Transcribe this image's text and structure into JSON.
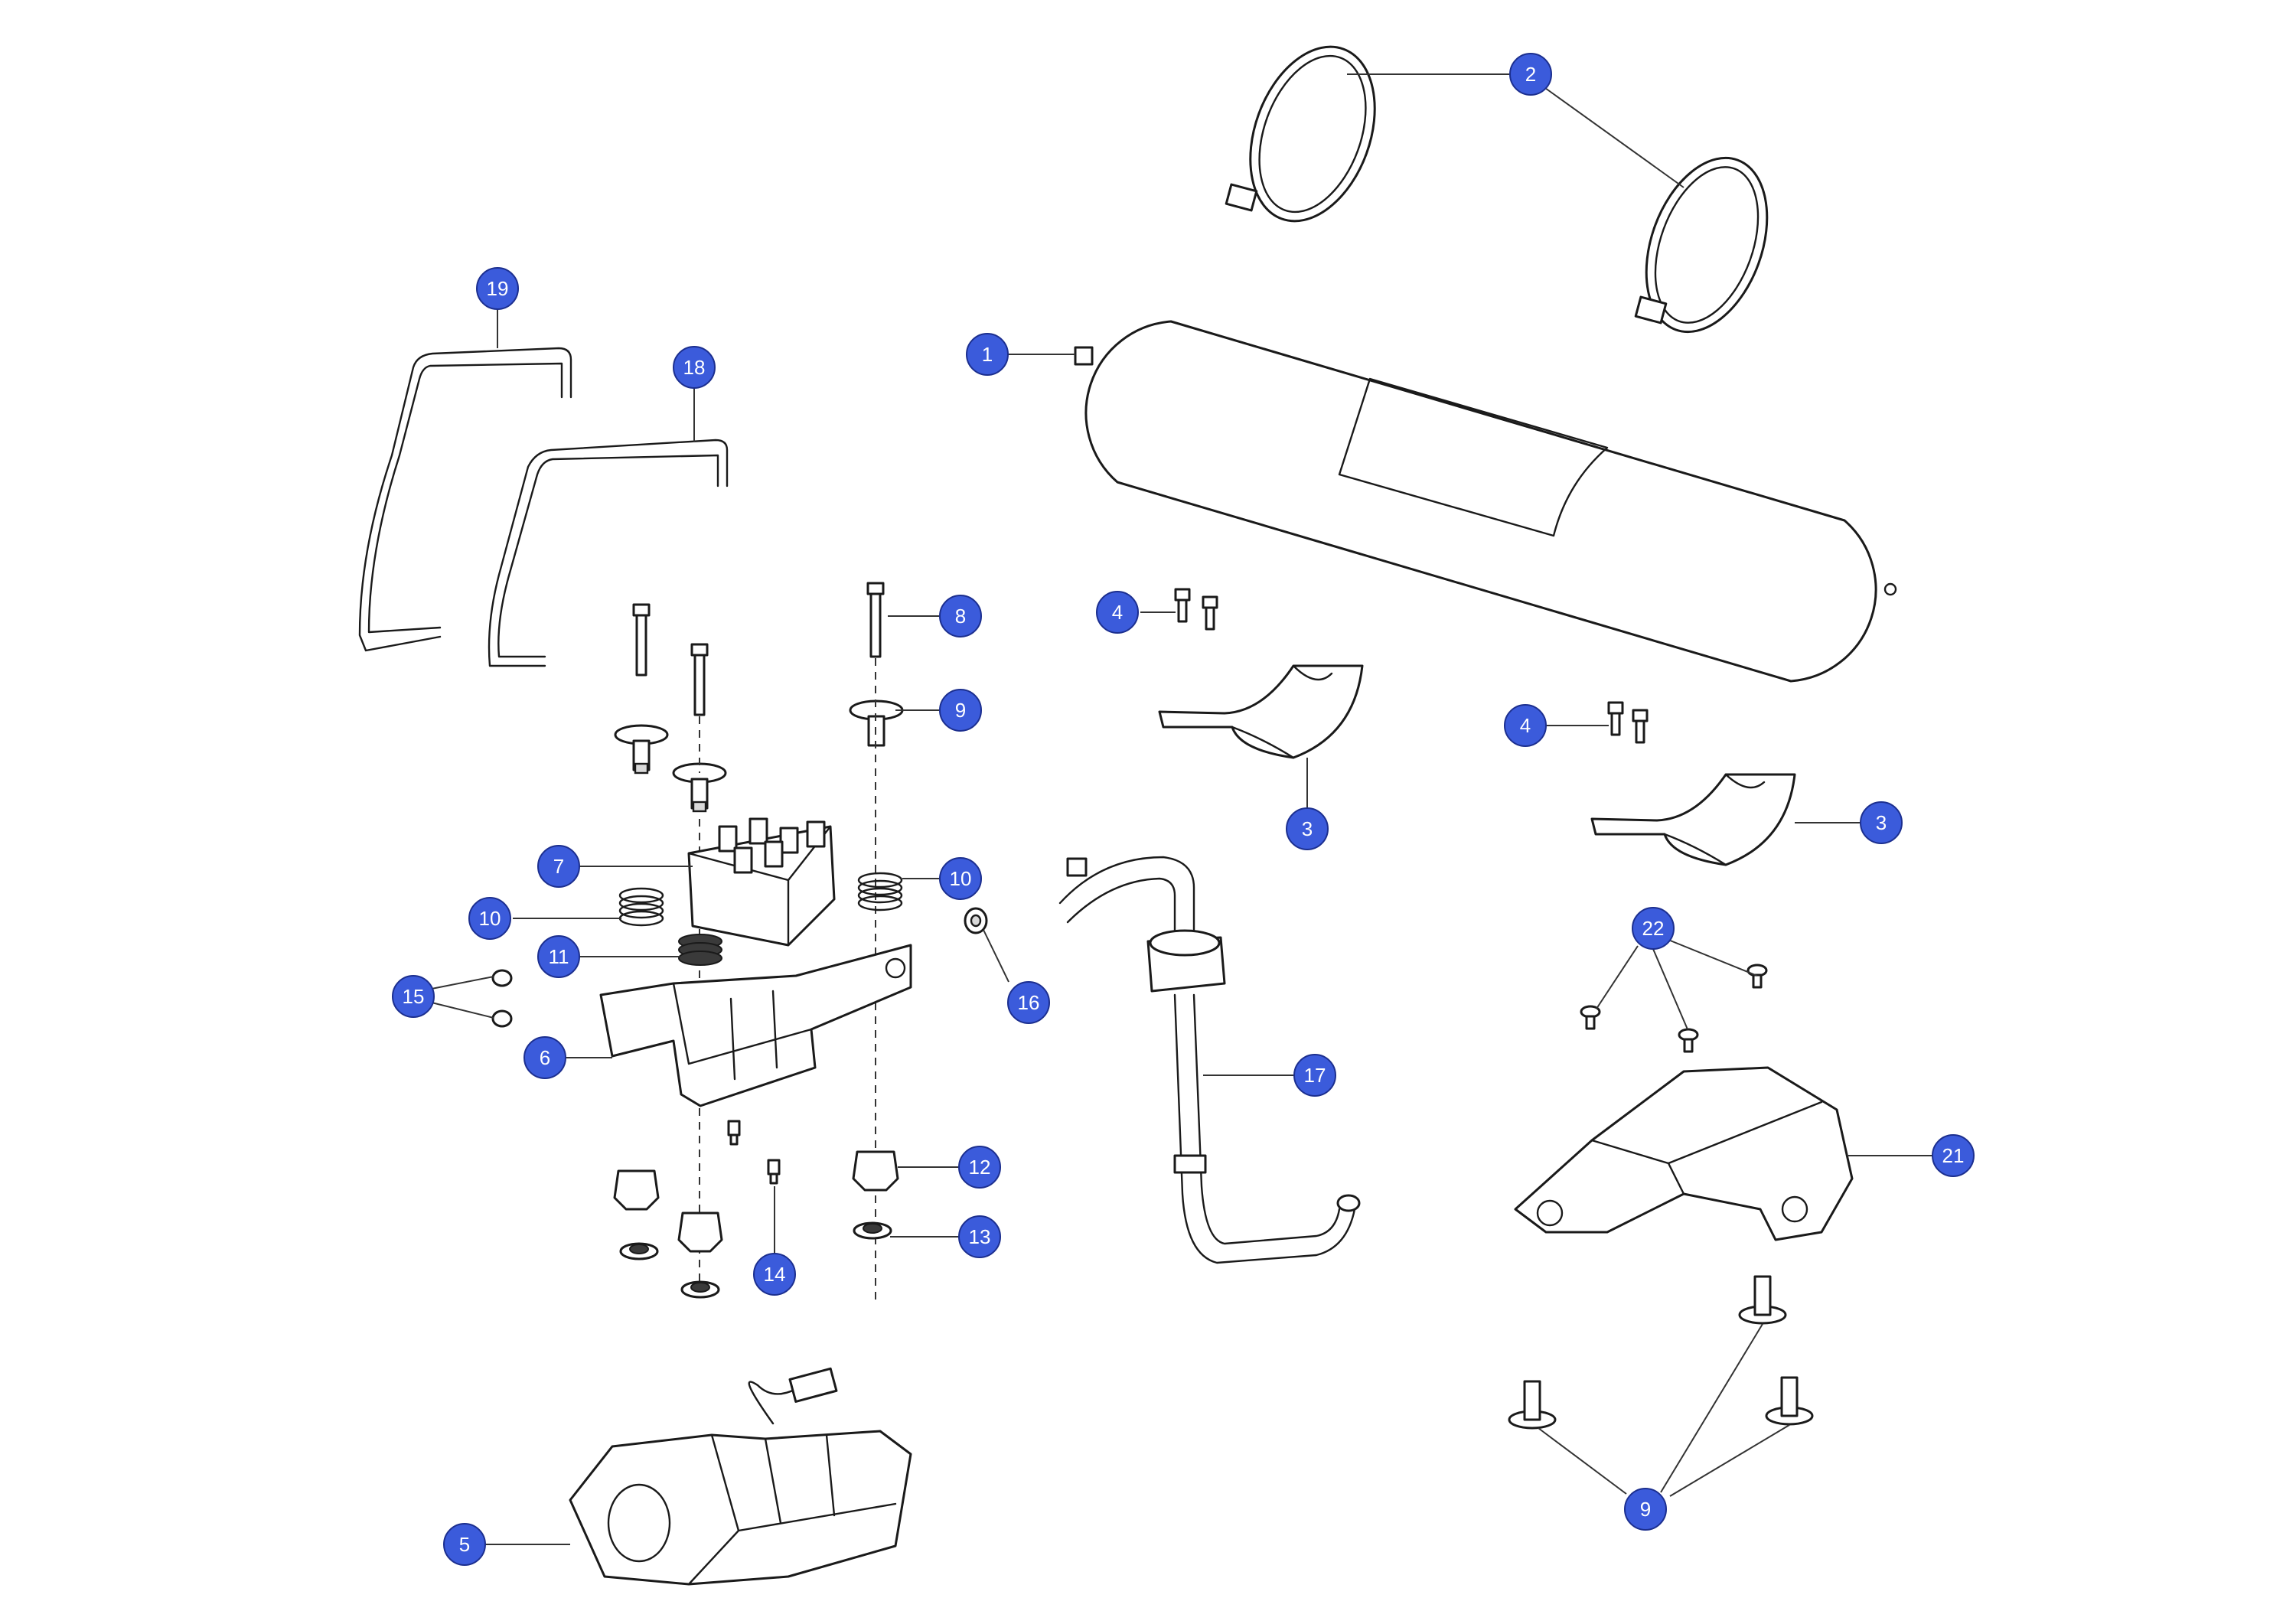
{
  "colors": {
    "callout_fill": "#3b5bdb",
    "callout_text": "#ffffff",
    "line_color": "#1a1a1a",
    "background": "#ffffff"
  },
  "callouts": [
    {
      "id": "c1",
      "label": "1"
    },
    {
      "id": "c2",
      "label": "2"
    },
    {
      "id": "c3a",
      "label": "3"
    },
    {
      "id": "c3b",
      "label": "3"
    },
    {
      "id": "c4a",
      "label": "4"
    },
    {
      "id": "c4b",
      "label": "4"
    },
    {
      "id": "c5",
      "label": "5"
    },
    {
      "id": "c6",
      "label": "6"
    },
    {
      "id": "c7",
      "label": "7"
    },
    {
      "id": "c8",
      "label": "8"
    },
    {
      "id": "c9a",
      "label": "9"
    },
    {
      "id": "c9b",
      "label": "9"
    },
    {
      "id": "c10a",
      "label": "10"
    },
    {
      "id": "c10b",
      "label": "10"
    },
    {
      "id": "c11",
      "label": "11"
    },
    {
      "id": "c12",
      "label": "12"
    },
    {
      "id": "c13",
      "label": "13"
    },
    {
      "id": "c14",
      "label": "14"
    },
    {
      "id": "c15",
      "label": "15"
    },
    {
      "id": "c16",
      "label": "16"
    },
    {
      "id": "c17",
      "label": "17"
    },
    {
      "id": "c18",
      "label": "18"
    },
    {
      "id": "c19",
      "label": "19"
    },
    {
      "id": "c21",
      "label": "21"
    },
    {
      "id": "c22",
      "label": "22"
    }
  ]
}
